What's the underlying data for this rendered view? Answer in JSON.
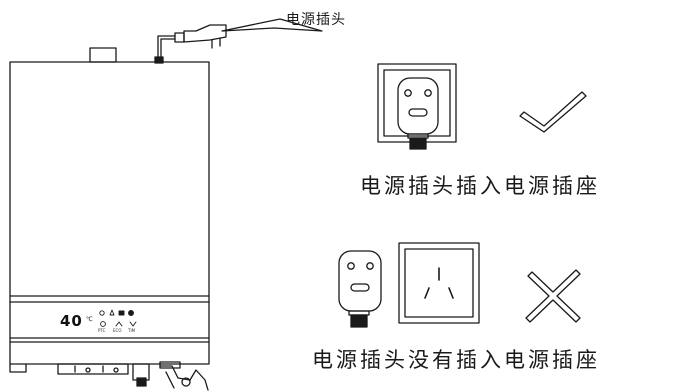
{
  "callout": {
    "text": "电源插头"
  },
  "correct": {
    "caption": "电源插头插入电源插座",
    "mark": "check-mark-icon"
  },
  "wrong": {
    "caption": "电源插头没有插入电源插座",
    "mark": "cross-mark-icon"
  },
  "heater": {
    "display_temp": "40",
    "display_unit": "℃",
    "control_labels": [
      "PTC",
      "ECO",
      "TIM"
    ]
  },
  "colors": {
    "line": "#1a1a1a",
    "background": "#ffffff"
  }
}
